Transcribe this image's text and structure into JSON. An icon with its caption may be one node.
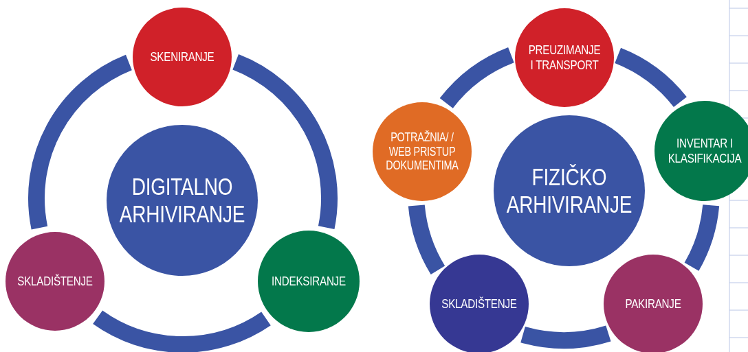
{
  "diagram": {
    "nodes": [
      {
        "text": [
          "DIGITALNO ARHIVIRANJE"
        ]
      },
      {
        "text": [
          "SKENIRANJE"
        ]
      },
      {
        "text": [
          "SKLADIŠTENJE"
        ]
      },
      {
        "text": [
          "INDEKSIRANJE"
        ]
      },
      {
        "text": [
          "PREUZIMANJE I TRANSPORT"
        ]
      },
      {
        "text": [
          "POTRAŽNIA/ / WEB PRISTUP DOKUMENTIMA"
        ]
      },
      {
        "text": [
          "INVENTAR I KLASIFIKACIJA"
        ]
      },
      {
        "text": [
          "FIZIČKO ARHIVIRANJE"
        ]
      },
      {
        "text": [
          "SKLADIŠTENJE"
        ]
      },
      {
        "text": [
          "PAKIRANJE"
        ]
      }
    ],
    "edges": [
      {
        "from": 1,
        "to": 3,
        "arrow": "none"
      },
      {
        "from": 3,
        "to": 2,
        "arrow": "none"
      },
      {
        "from": 2,
        "to": 1,
        "arrow": "none"
      },
      {
        "from": 4,
        "to": 6,
        "arrow": "none"
      },
      {
        "from": 6,
        "to": 9,
        "arrow": "none"
      },
      {
        "from": 9,
        "to": 8,
        "arrow": "none"
      },
      {
        "from": 8,
        "to": 5,
        "arrow": "none"
      },
      {
        "from": 5,
        "to": 4,
        "arrow": "none"
      }
    ]
  }
}
